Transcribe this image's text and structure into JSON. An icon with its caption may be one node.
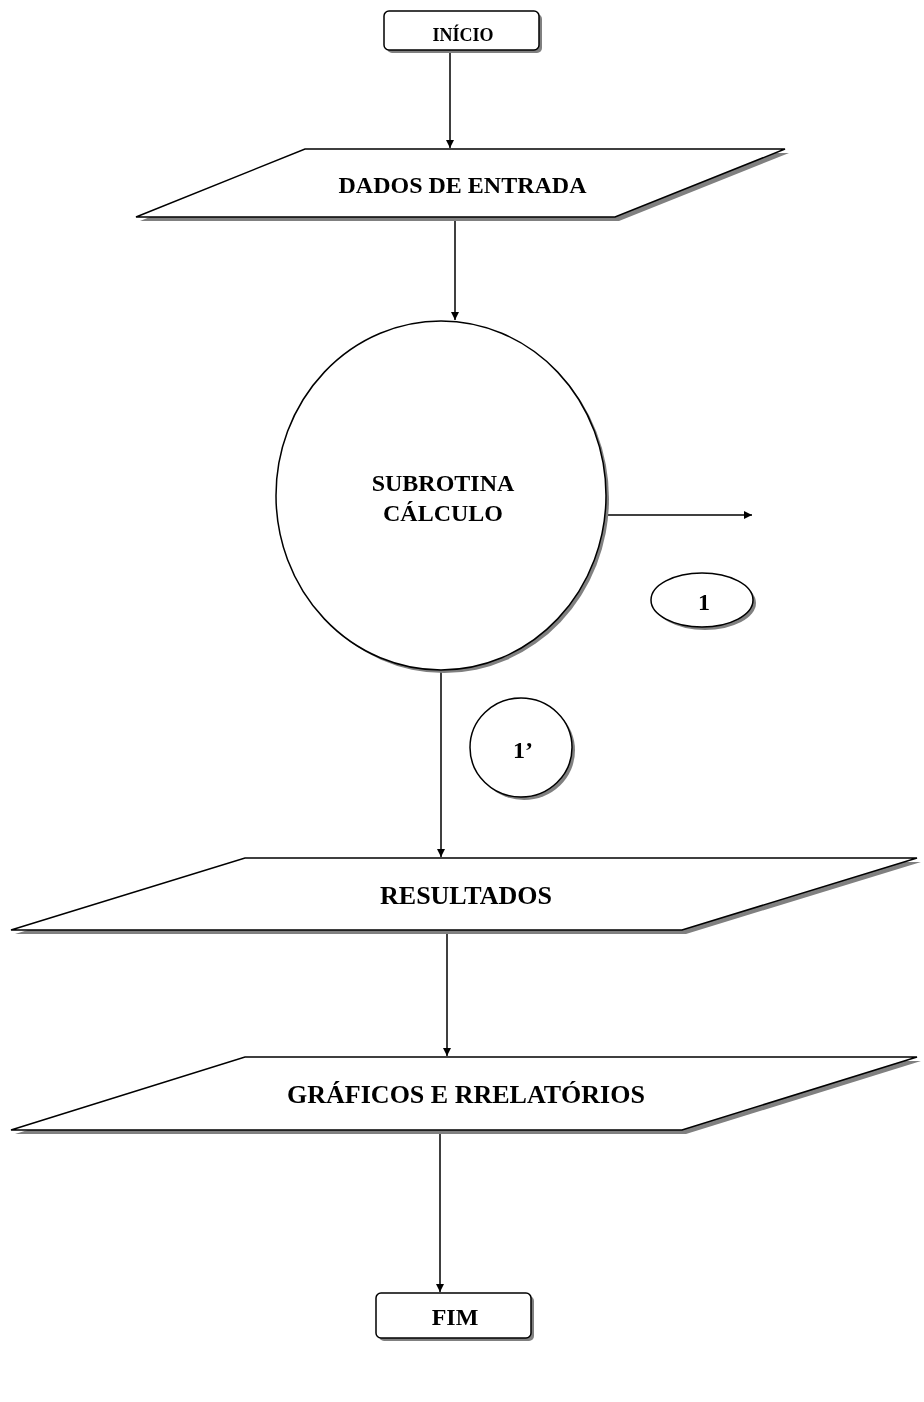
{
  "diagram": {
    "nodes": [
      {
        "text": [
          "INÍCIO"
        ]
      },
      {
        "text": [
          "DADOS DE ENTRADA"
        ]
      },
      {
        "text": [
          "SUBROTINA CÁLCULO"
        ]
      },
      {
        "text": [
          "1"
        ]
      },
      {
        "text": [
          "1’"
        ]
      },
      {
        "text": [
          "RESULTADOS"
        ]
      },
      {
        "text": [
          "GRÁFICOS E RRELATÓRIOS"
        ]
      },
      {
        "text": [
          "FIM"
        ]
      }
    ],
    "edges": [
      {
        "from": 0,
        "to": 1,
        "arrow": "to"
      },
      {
        "from": 1,
        "to": 2,
        "arrow": "to"
      },
      {
        "from": 2,
        "to": null,
        "arrow": "to"
      },
      {
        "from": 2,
        "to": 5,
        "arrow": "to"
      },
      {
        "from": 5,
        "to": 6,
        "arrow": "to"
      },
      {
        "from": 6,
        "to": 7,
        "arrow": "to"
      }
    ]
  }
}
